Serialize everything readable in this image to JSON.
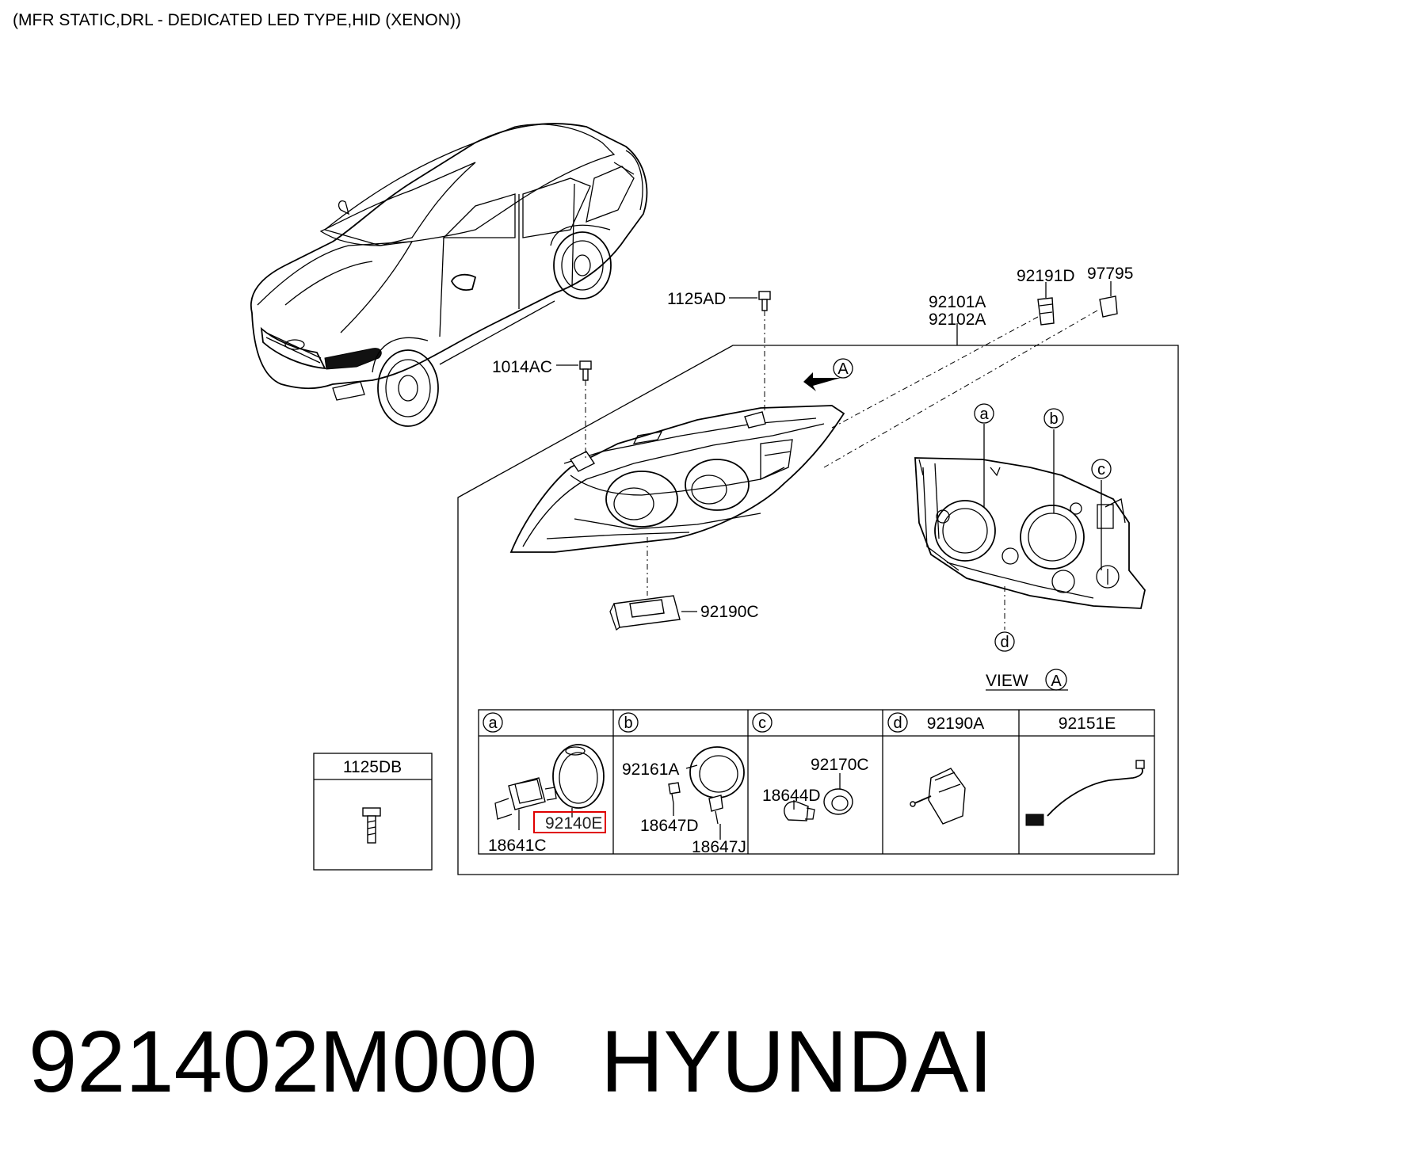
{
  "header": {
    "subtitle": "(MFR STATIC,DRL - DEDICATED LED TYPE,HID (XENON))"
  },
  "footer": {
    "part_number": "921402M000",
    "brand": "HYUNDAI"
  },
  "callouts": {
    "bolt_top": "1125AD",
    "bolt_left": "1014AC",
    "housing_a": "92101A",
    "housing_b": "92102A",
    "clip": "92191D",
    "clip2": "97795",
    "ballast": "92190C",
    "view_a_marker": "A",
    "view_label": "VIEW",
    "view_marker": "A"
  },
  "view_circles": [
    "a",
    "b",
    "c",
    "d"
  ],
  "side_box": {
    "header": "1125DB"
  },
  "detail_table": {
    "columns": [
      {
        "marker": "a",
        "header": ""
      },
      {
        "marker": "b",
        "header": ""
      },
      {
        "marker": "c",
        "header": ""
      },
      {
        "marker": "d",
        "header": "92190A"
      },
      {
        "marker": "",
        "header": "92151E"
      }
    ],
    "cells": {
      "a_bulb": "18641C",
      "a_ring": "92140E",
      "b_ring": "92161A",
      "b_bulb": "18647D",
      "b_socket": "18647J",
      "c_socket": "92170C",
      "c_bulb": "18644D"
    }
  },
  "colors": {
    "highlight": "#e00000",
    "line": "#000000",
    "background": "#ffffff"
  }
}
